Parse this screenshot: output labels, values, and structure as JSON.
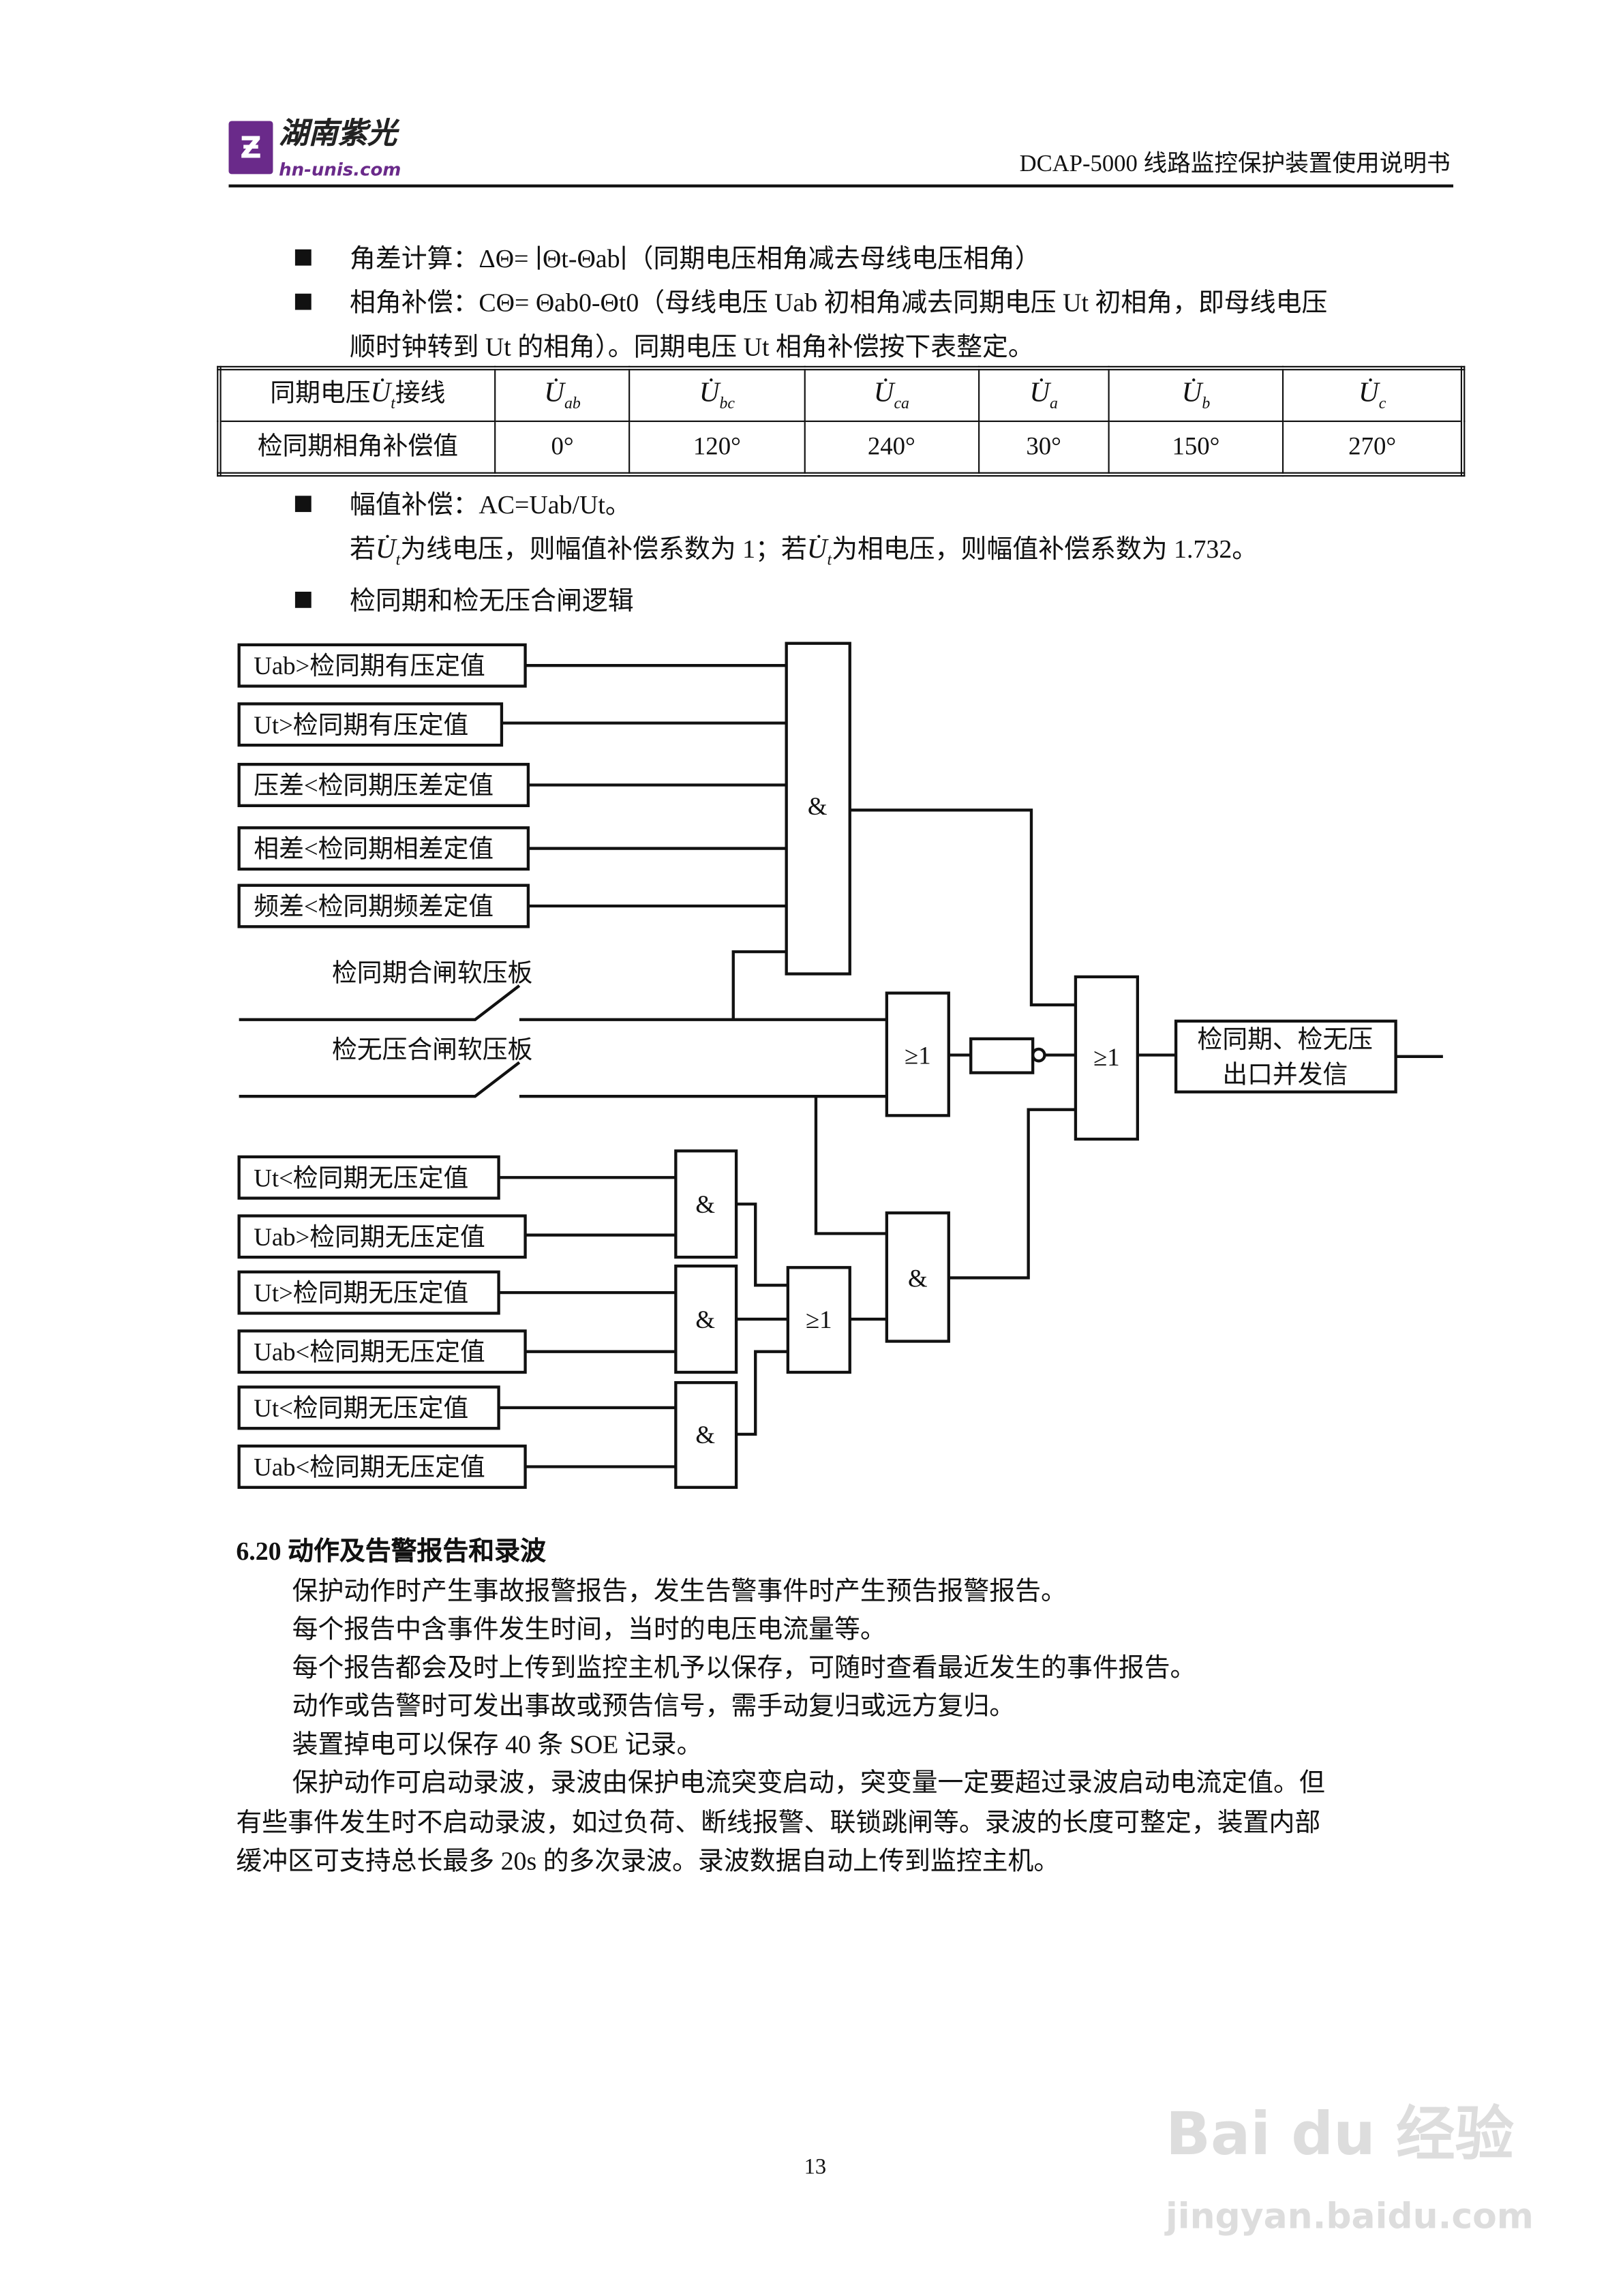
{
  "header": {
    "logo_text": "湖南紫光",
    "logo_url_text": "hn-unis.com",
    "doc_title": "DCAP-5000 线路监控保护装置使用说明书",
    "logo_color": "#6a2a8a"
  },
  "bullets": {
    "angle_diff": "角差计算：ΔΘ= ∣Θt-Θab∣（同期电压相角减去母线电压相角）",
    "phase_comp_1": "相角补偿：CΘ= Θab0-Θt0（母线电压 Uab 初相角减去同期电压 Ut 初相角，即母线电压",
    "phase_comp_2": "顺时钟转到 Ut 的相角）。同期电压 Ut 相角补偿按下表整定。",
    "amp_comp": "幅值补偿：AC=Uab/Ut。",
    "amp_note_a": "若",
    "amp_note_b": "为线电压，则幅值补偿系数为 1；若",
    "amp_note_c": "为相电压，则幅值补偿系数为 1.732。",
    "logic_title": "检同期和检无压合闸逻辑"
  },
  "table": {
    "row1_label_a": "同期电压",
    "row1_label_b": "接线",
    "row1_label_sym": "U̇",
    "row1_label_sub": "t",
    "row2_label": "检同期相角补偿值",
    "columns": [
      {
        "sym": "U̇",
        "sub": "ab",
        "value": "0°"
      },
      {
        "sym": "U̇",
        "sub": "bc",
        "value": "120°"
      },
      {
        "sym": "U̇",
        "sub": "ca",
        "value": "240°"
      },
      {
        "sym": "U̇",
        "sub": "a",
        "value": "30°"
      },
      {
        "sym": "U̇",
        "sub": "b",
        "value": "150°"
      },
      {
        "sym": "U̇",
        "sub": "c",
        "value": "270°"
      }
    ]
  },
  "diagram": {
    "sync_inputs": [
      "Uab>检同期有压定值",
      "Ut>检同期有压定值",
      "压差<检同期压差定值",
      "相差<检同期相差定值",
      "频差<检同期频差定值"
    ],
    "switch_sync": "检同期合闸软压板",
    "switch_novolt": "检无压合闸软压板",
    "novolt_inputs": [
      "Ut<检同期无压定值",
      "Uab>检同期无压定值",
      "Ut>检同期无压定值",
      "Uab<检同期无压定值",
      "Ut<检同期无压定值",
      "Uab<检同期无压定值"
    ],
    "and_label": "&",
    "or_label": "≥1",
    "output_line1": "检同期、检无压",
    "output_line2": "出口并发信"
  },
  "section": {
    "heading": "6.20  动作及告警报告和录波",
    "lines": [
      "保护动作时产生事故报警报告，发生告警事件时产生预告报警报告。",
      "每个报告中含事件发生时间，当时的电压电流量等。",
      "每个报告都会及时上传到监控主机予以保存，可随时查看最近发生的事件报告。",
      "动作或告警时可发出事故或预告信号，需手动复归或远方复归。",
      "装置掉电可以保存 40 条 SOE 记录。",
      "保护动作可启动录波，录波由保护电流突变启动，突变量一定要超过录波启动电流定值。但",
      "有些事件发生时不启动录波，如过负荷、断线报警、联锁跳闸等。录波的长度可整定，装置内部",
      "缓冲区可支持总长最多 20s 的多次录波。录波数据自动上传到监控主机。"
    ]
  },
  "page_number": "13",
  "watermark": {
    "brand": "Bai du 经验",
    "url": "jingyan.baidu.com"
  }
}
